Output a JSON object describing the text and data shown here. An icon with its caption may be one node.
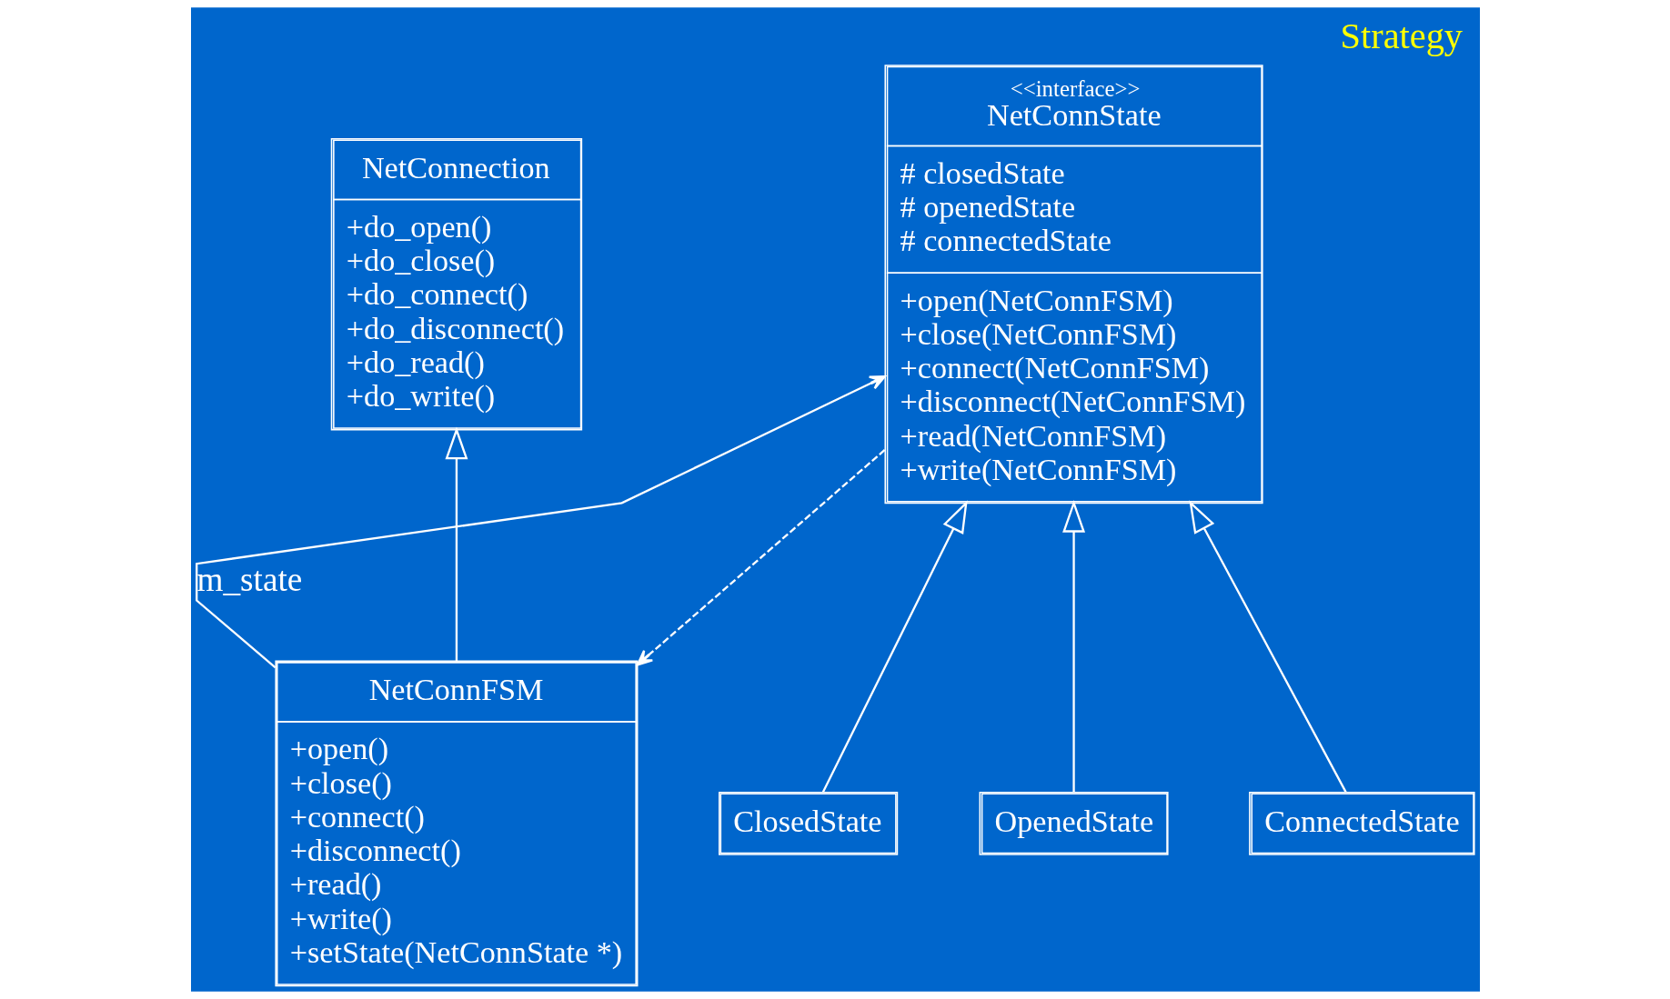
{
  "diagram": {
    "title": "Strategy",
    "nodes": [
      {
        "text": [
          "NetConnection",
          "+do_open()",
          "+do_close()",
          "+do_connect()",
          "+do_disconnect()",
          "+do_read()",
          "+do_write()"
        ]
      },
      {
        "text": [
          "<<interface>>",
          "NetConnState",
          "# closedState",
          "# openedState",
          "# connectedState",
          "+open(NetConnFSM)",
          "+close(NetConnFSM)",
          "+connect(NetConnFSM)",
          "+disconnect(NetConnFSM)",
          "+read(NetConnFSM)",
          "+write(NetConnFSM)"
        ]
      },
      {
        "text": [
          "NetConnFSM",
          "+open()",
          "+close()",
          "+connect()",
          "+disconnect()",
          "+read()",
          "+write()",
          "+setState(NetConnState *)"
        ]
      },
      {
        "text": [
          "ClosedState"
        ]
      },
      {
        "text": [
          "OpenedState"
        ]
      },
      {
        "text": [
          "ConnectedState"
        ]
      }
    ],
    "edges": [
      {
        "from": 2,
        "to": 0,
        "arrow": "to"
      },
      {
        "from": 2,
        "to": 1,
        "arrow": "to",
        "label": "m_state"
      },
      {
        "from": 1,
        "to": 2,
        "arrow": "to",
        "style": "dashed"
      },
      {
        "from": 3,
        "to": 1,
        "arrow": "to"
      },
      {
        "from": 4,
        "to": 1,
        "arrow": "to"
      },
      {
        "from": 5,
        "to": 1,
        "arrow": "to"
      }
    ]
  }
}
